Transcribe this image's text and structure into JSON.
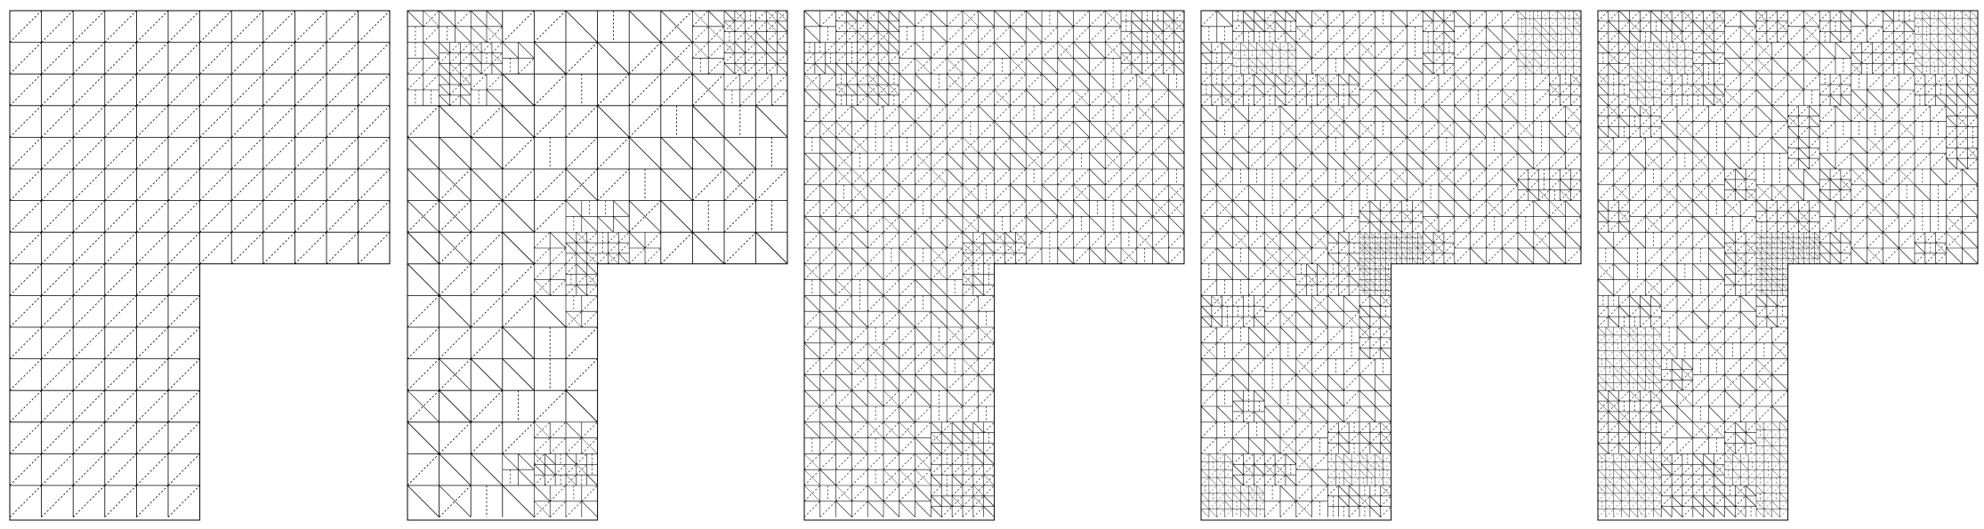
{
  "figure": {
    "kind": "adaptive-triangular-mesh-sequence",
    "domain_shape": "L-shaped",
    "edge_colors": {
      "solid": "#000000",
      "dashed": "#000000",
      "background": "#ffffff"
    },
    "panels": [
      {
        "refinement_level": 0,
        "refinement_hotspots": []
      },
      {
        "refinement_level": 1,
        "refinement_hotspots": [
          "top-left",
          "top-right",
          "reentrant-corner",
          "bottom-arm"
        ]
      },
      {
        "refinement_level": 2,
        "refinement_hotspots": [
          "top-left",
          "top-right",
          "reentrant-corner",
          "bottom-arm"
        ]
      },
      {
        "refinement_level": 3,
        "refinement_hotspots": [
          "top-left",
          "top-right",
          "reentrant-corner",
          "bottom-left",
          "bottom-arm"
        ]
      },
      {
        "refinement_level": 4,
        "refinement_hotspots": [
          "top-left",
          "top-right",
          "reentrant-corner",
          "bottom-left",
          "bottom-arm",
          "left-edge"
        ]
      }
    ]
  }
}
